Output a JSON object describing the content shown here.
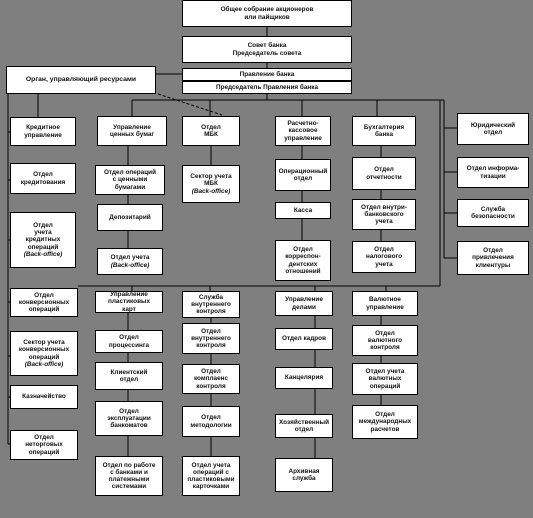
{
  "boxes": {
    "general_meeting": "Общее собрание акционеров\nили пайщиков",
    "bank_council": "Совет банка\nПредседатель совета",
    "bank_board": "Правление банка",
    "board_chairman": "Председатель Правления банка",
    "resource_management_body": "Орган, управляющий ресурсами",
    "credit_department": "Кредитное\nуправление",
    "securities_department": "Управление\nценных бумаг",
    "mbk_department": "Отдел\nМБК",
    "settlement_cash_department": "Расчетно-\nкассовое\nуправление",
    "bank_accounting": "Бухгалтерия\nбанка",
    "legal_department": "Юридический\nотдел",
    "lending_department": "Отдел\nкредитования",
    "securities_operations_department": "Отдел операций\nс ценными\nбумагами",
    "mbk_accounting_sector": "Сектор учета\nМБК",
    "mbk_accounting_sector_note": "(Back-office)",
    "operations_department": "Операционный\nотдел",
    "reporting_department": "Отдел\nотчетности",
    "it_department": "Отдел информа-\nтизации",
    "credit_operations_accounting": "Отдел\nучета\nкредитных\nопераций",
    "credit_operations_accounting_note": "(Back-office)",
    "depository": "Депозитарий",
    "cash_office": "Касса",
    "intrabank_accounting_department": "Отдел внутри-\nбанковского\nучета",
    "security_service": "Служба\nбезопасности",
    "securities_accounting_department": "Отдел учета",
    "securities_accounting_department_note": "(Back-office)",
    "correspondent_relations_department": "Отдел\nкорреспон-\nдентских\nотношений",
    "tax_accounting_department": "Отдел\nналогового\nучета",
    "client_attraction_department": "Отдел\nпривлечения\nклиентуры",
    "conversion_operations_department": "Отдел\nконверсионных\nопераций",
    "plastic_cards_department": "Управление\nпластиковых\nкарт",
    "internal_control_service": "Служба\nвнутреннего\nконтроля",
    "affairs_department": "Управление\nделами",
    "currency_department": "Валютное\nуправление",
    "conversion_operations_sector": "Сектор учета\nконверсионных\nопераций",
    "conversion_operations_sector_note": "(Back-office)",
    "processing_department": "Отдел\nпроцессинга",
    "internal_control_department": "Отдел\nвнутреннего\nконтроля",
    "hr_department": "Отдел кадров",
    "currency_control_department": "Отдел\nвалютного\nконтроля",
    "treasury": "Казначейство",
    "client_department": "Клиентский\nотдел",
    "compliance_control_department": "Отдел\nкомплаенс\nконтроля",
    "chancellery": "Канцелярия",
    "currency_operations_accounting": "Отдел учета\nвалютных\nопераций",
    "non_trading_operations_department": "Отдел\nнеторговых\nопераций",
    "atm_operations_department": "Отдел\nэксплуатации\nбанкоматов",
    "methodology_department": "Отдел\nметодологии",
    "economic_department": "Хозяйственный\nотдел",
    "international_settlements_department": "Отдел\nмеждународных\nрасчетов",
    "bank_payment_systems_department": "Отдел по работе\nс банками и\nплатежными\nсистемами",
    "card_operations_accounting_department": "Отдел учета\nопераций с\nпластиковыми\nкарточками",
    "archive_service": "Архивная\nслужба"
  },
  "colors": {
    "background": "#7f7f7f",
    "box_fill": "#ffffff",
    "line": "#000000"
  }
}
